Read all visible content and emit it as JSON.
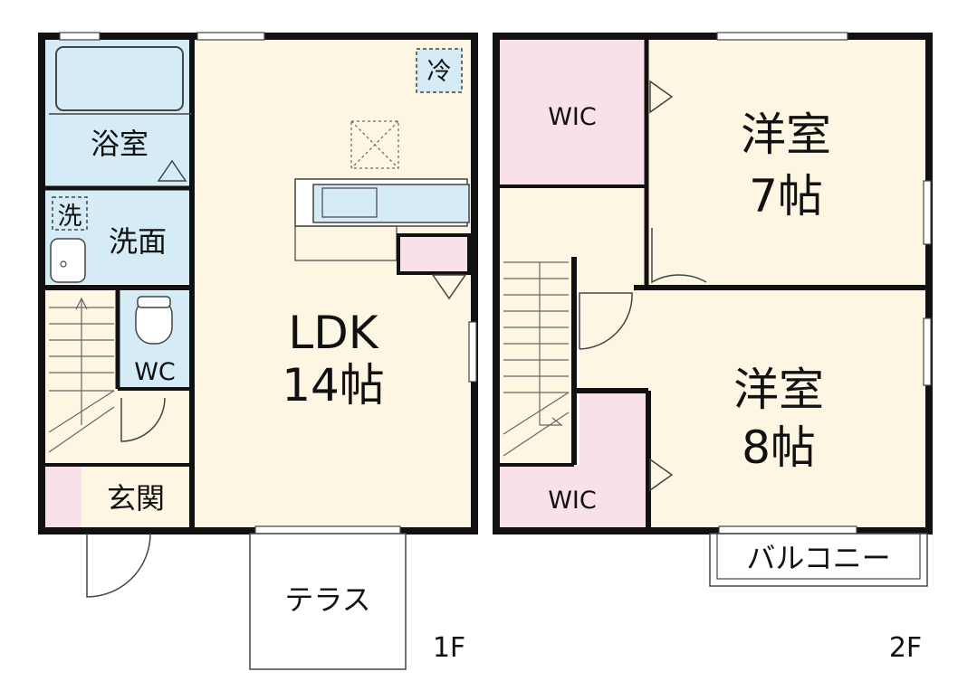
{
  "floors": [
    {
      "floor_label": "1F",
      "rooms": {
        "ldk": {
          "line1": "LDK",
          "line2": "14帖"
        },
        "bath": "浴室",
        "washroom": "洗面",
        "washer": "洗",
        "fridge": "冷",
        "wc": "WC",
        "entrance": "玄関",
        "terrace": "テラス"
      }
    },
    {
      "floor_label": "2F",
      "rooms": {
        "bedroom_7": {
          "line1": "洋室",
          "line2": "7帖"
        },
        "bedroom_8": {
          "line1": "洋室",
          "line2": "8帖"
        },
        "wic_top": "WIC",
        "wic_bottom": "WIC",
        "balcony": "バルコニー"
      }
    }
  ],
  "colors": {
    "wall": "#111111",
    "ldk_floor": "#fdf6e3",
    "bedroom_floor": "#fdf6e3",
    "wet_area": "#d5ecf7",
    "closet": "#f9e1ea",
    "exterior": "#ffffff"
  }
}
